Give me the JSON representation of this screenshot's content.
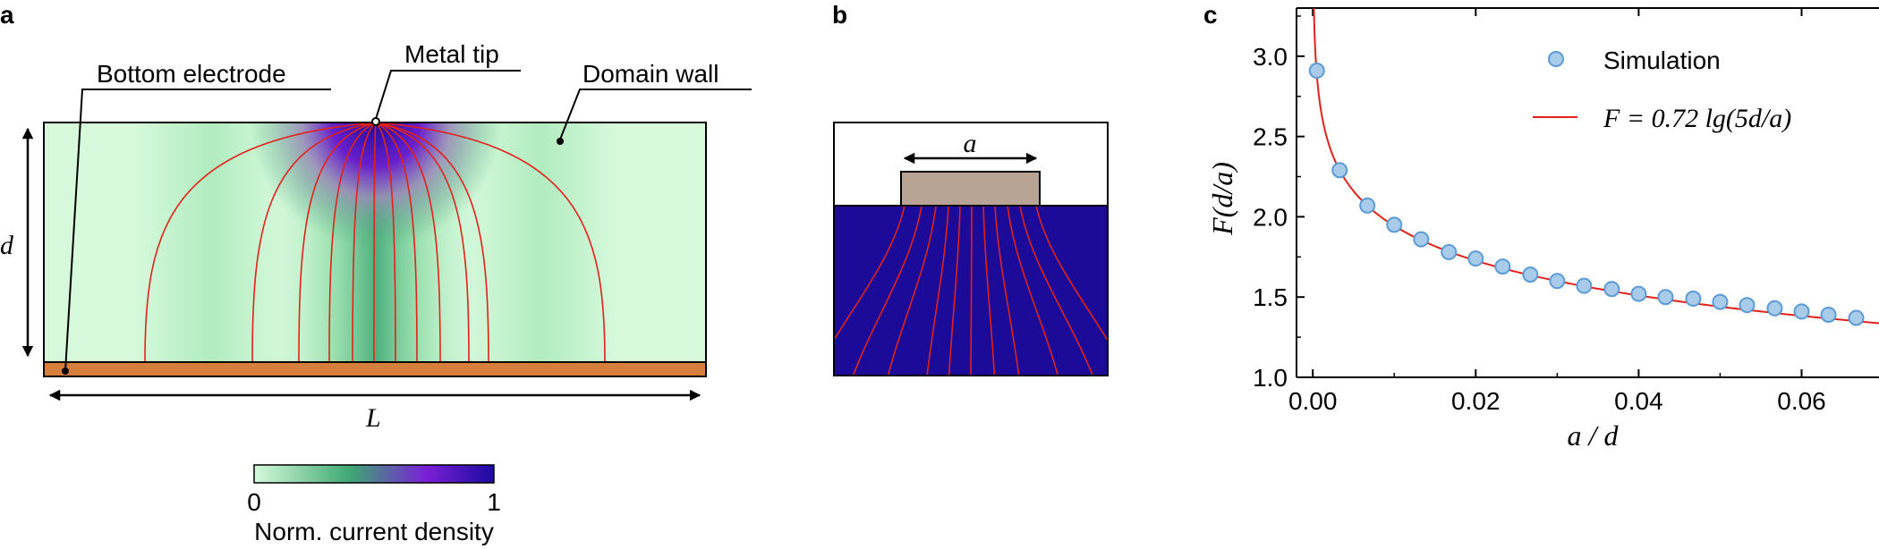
{
  "panels": {
    "a": {
      "label": "a",
      "annotations": {
        "bottom_electrode": "Bottom electrode",
        "metal_tip": "Metal tip",
        "domain_wall": "Domain wall"
      },
      "dim_d": "d",
      "dim_L": "L",
      "colorbar": {
        "min_label": "0",
        "max_label": "1",
        "title": "Norm. current density",
        "colors": [
          "#d6f9dc",
          "#3ea873",
          "#7a1fd6",
          "#1b0ba0"
        ]
      },
      "colors": {
        "background": "#d6f9dc",
        "current_lines": "#e0221b",
        "electrode": "#d67f3c"
      }
    },
    "b": {
      "label": "b",
      "dim_a": "a",
      "colors": {
        "tip": "#b7a495",
        "bulk": "#1b0b98",
        "current_lines": "#e0221b"
      }
    },
    "c": {
      "label": "c",
      "ylabel": "F(d/a)",
      "xlabel": "a / d",
      "legend": {
        "simulation": "Simulation",
        "fit": "F = 0.72 lg(5d/a)"
      }
    }
  },
  "chart_data": {
    "type": "scatter",
    "xlabel": "a / d",
    "ylabel": "F(d/a)",
    "xlim": [
      -0.002,
      0.0695
    ],
    "ylim": [
      1.0,
      3.3
    ],
    "xticks": [
      0.0,
      0.02,
      0.04,
      0.06
    ],
    "xtick_labels": [
      "0.00",
      "0.02",
      "0.04",
      "0.06"
    ],
    "yticks": [
      1.0,
      1.5,
      2.0,
      2.5,
      3.0
    ],
    "ytick_labels": [
      "1.0",
      "1.5",
      "2.0",
      "2.5",
      "3.0"
    ],
    "grid": false,
    "legend_position": "top-right",
    "series": [
      {
        "name": "Simulation",
        "kind": "markers",
        "color": "#5b9bd5",
        "x": [
          0.0005,
          0.0033,
          0.0067,
          0.01,
          0.0133,
          0.0167,
          0.02,
          0.0233,
          0.0267,
          0.03,
          0.0333,
          0.0367,
          0.04,
          0.0433,
          0.0467,
          0.05,
          0.0533,
          0.0567,
          0.06,
          0.0633,
          0.0667
        ],
        "y": [
          2.91,
          2.29,
          2.07,
          1.95,
          1.86,
          1.78,
          1.74,
          1.69,
          1.64,
          1.6,
          1.57,
          1.55,
          1.52,
          1.5,
          1.49,
          1.47,
          1.45,
          1.43,
          1.41,
          1.39,
          1.37
        ]
      },
      {
        "name": "F = 0.72 lg(5d/a)",
        "kind": "line",
        "color": "#e0221b",
        "function": "0.72*log10(5/x)",
        "x_start": 5e-05,
        "x_end": 0.0695
      }
    ]
  }
}
